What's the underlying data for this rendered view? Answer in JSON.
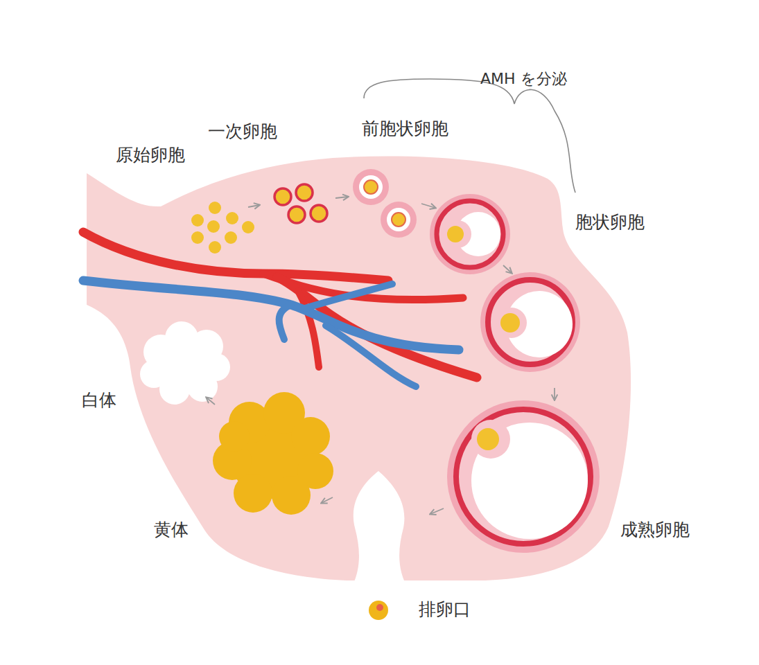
{
  "diagram": {
    "labels": [
      "AMH を分泌",
      "原始卵胞",
      "一次卵胞",
      "前胞状卵胞",
      "胞状卵胞",
      "成熟卵胞",
      "排卵口",
      "黄体",
      "白体"
    ]
  }
}
